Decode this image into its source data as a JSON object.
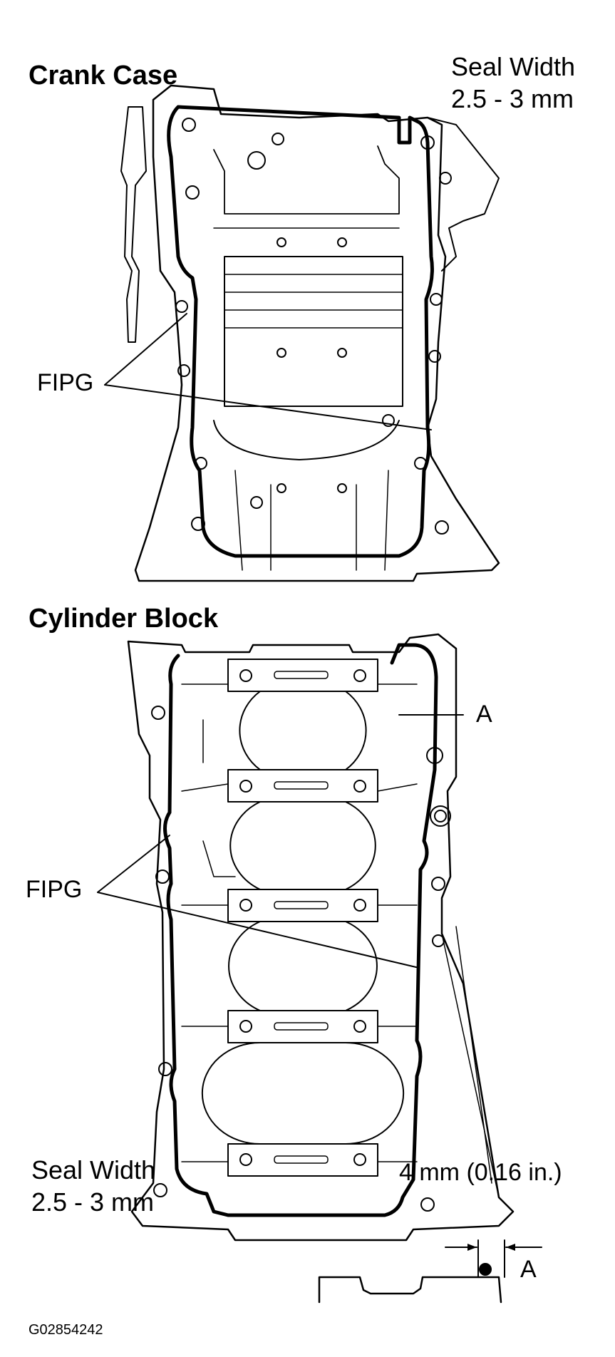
{
  "crank_case": {
    "title": "Crank Case",
    "seal_width_label": "Seal Width",
    "seal_width_value": "2.5 - 3 mm",
    "fipg_label": "FIPG"
  },
  "cylinder_block": {
    "title": "Cylinder Block",
    "fipg_label": "FIPG",
    "callout_a": "A"
  },
  "seal_detail": {
    "seal_width_label": "Seal Width",
    "seal_width_value": "2.5 - 3 mm",
    "offset_label": "4 mm (0.16 in.)",
    "callout_a": "A"
  },
  "figure_code": "G02854242"
}
